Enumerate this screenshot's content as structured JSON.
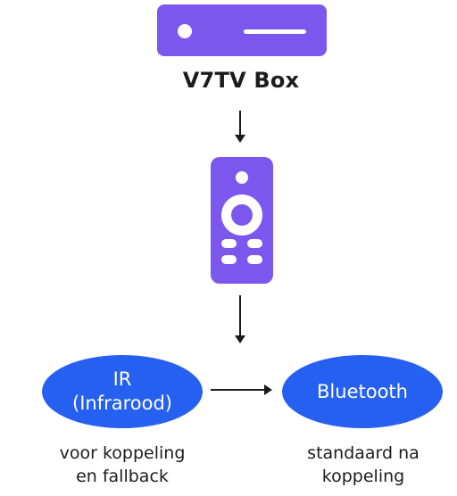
{
  "device": {
    "title": "V7TV Box",
    "icon": "tv-box-icon"
  },
  "remote": {
    "icon": "remote-control-icon"
  },
  "connections": {
    "ir": {
      "line1": "IR",
      "line2": "(Infrarood)",
      "caption_line1": "voor koppeling",
      "caption_line2": "en fallback"
    },
    "bluetooth": {
      "label": "Bluetooth",
      "caption_line1": "standaard na",
      "caption_line2": "koppeling"
    }
  },
  "colors": {
    "device_purple": "#7B57EE",
    "connection_blue": "#2560F0",
    "text_dark": "#1c1c1c",
    "arrow": "#1a1a1a"
  }
}
